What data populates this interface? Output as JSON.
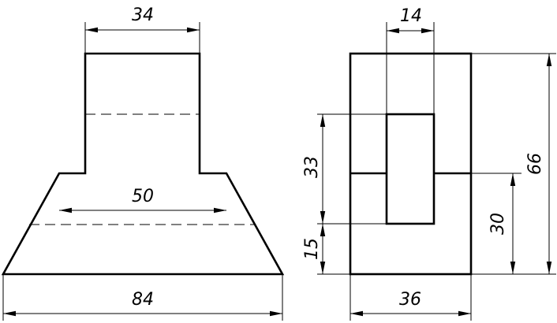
{
  "front_view": {
    "dim_top_width": "34",
    "dim_step_width": "50",
    "dim_base_width": "84"
  },
  "side_view": {
    "dim_slot_width": "14",
    "dim_slot_height": "33",
    "dim_slot_offset": "15",
    "dim_step_height": "30",
    "dim_total_height": "66",
    "dim_total_width": "36"
  }
}
